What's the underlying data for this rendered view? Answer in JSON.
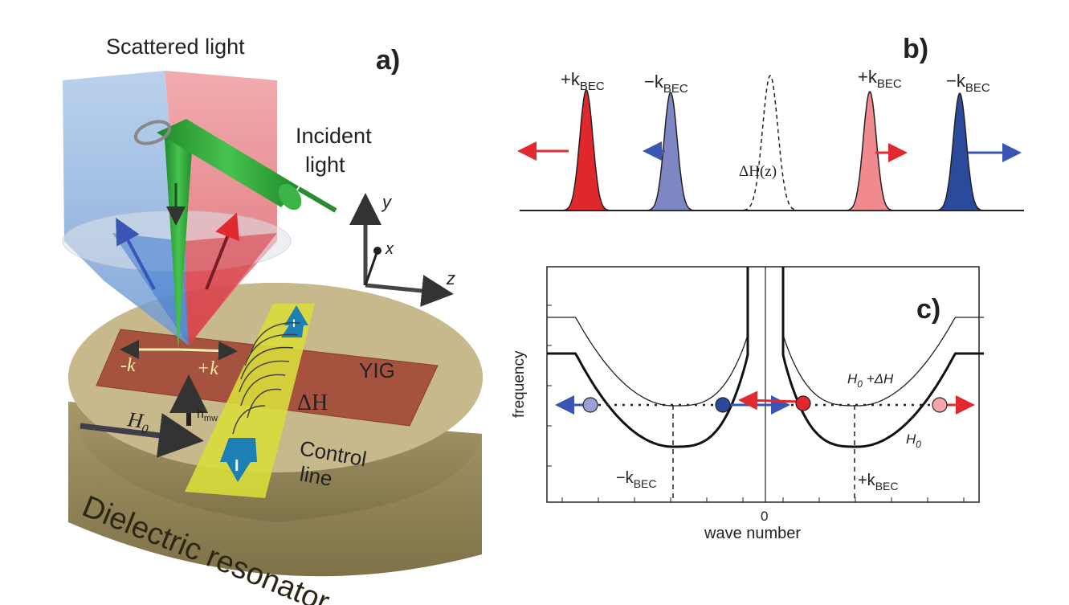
{
  "panel_a": {
    "label": "a)",
    "scattered_light": "Scattered light",
    "incident_light_1": "Incident",
    "incident_light_2": "light",
    "axis_y": "y",
    "axis_x": "x",
    "axis_z": "z",
    "minus_k": "-k",
    "plus_k": "+k",
    "yig": "YIG",
    "delta_h": "ΔH",
    "h0": "H",
    "h0_sub": "0",
    "hmw": "h",
    "hmw_sub": "mw",
    "current_top": "I",
    "current_bottom": "I",
    "control_line_1": "Control",
    "control_line_2": "line",
    "resonator": "Dielectric resonator",
    "colors": {
      "blue_cone": "#8fb3dd",
      "red_cone": "#e8898e",
      "beam": "#2fae3a",
      "yig": "#a5523e",
      "disk": "#c3b487",
      "strip": "#d8dc3a"
    }
  },
  "panel_b": {
    "label": "b)",
    "peak_labels": [
      {
        "sign": "+k",
        "sub": "BEC",
        "color": "#e0272c"
      },
      {
        "sign": "−k",
        "sub": "BEC",
        "color": "#7f86c4"
      },
      {
        "sign": "+k",
        "sub": "BEC",
        "color": "#f08a8e"
      },
      {
        "sign": "−k",
        "sub": "BEC",
        "color": "#2b4a9c"
      }
    ],
    "dashed_label": "ΔH(z)"
  },
  "panel_c": {
    "label": "c)",
    "ylabel": "frequency",
    "xlabel": "wave number",
    "x_zero": "0",
    "minus_kbec": "−k",
    "plus_kbec": "+k",
    "kbec_sub": "BEC",
    "curve_upper_label": "H",
    "curve_upper_sub": "0",
    "curve_upper_extra": " +ΔH",
    "curve_lower_label": "H",
    "curve_lower_sub": "0"
  }
}
